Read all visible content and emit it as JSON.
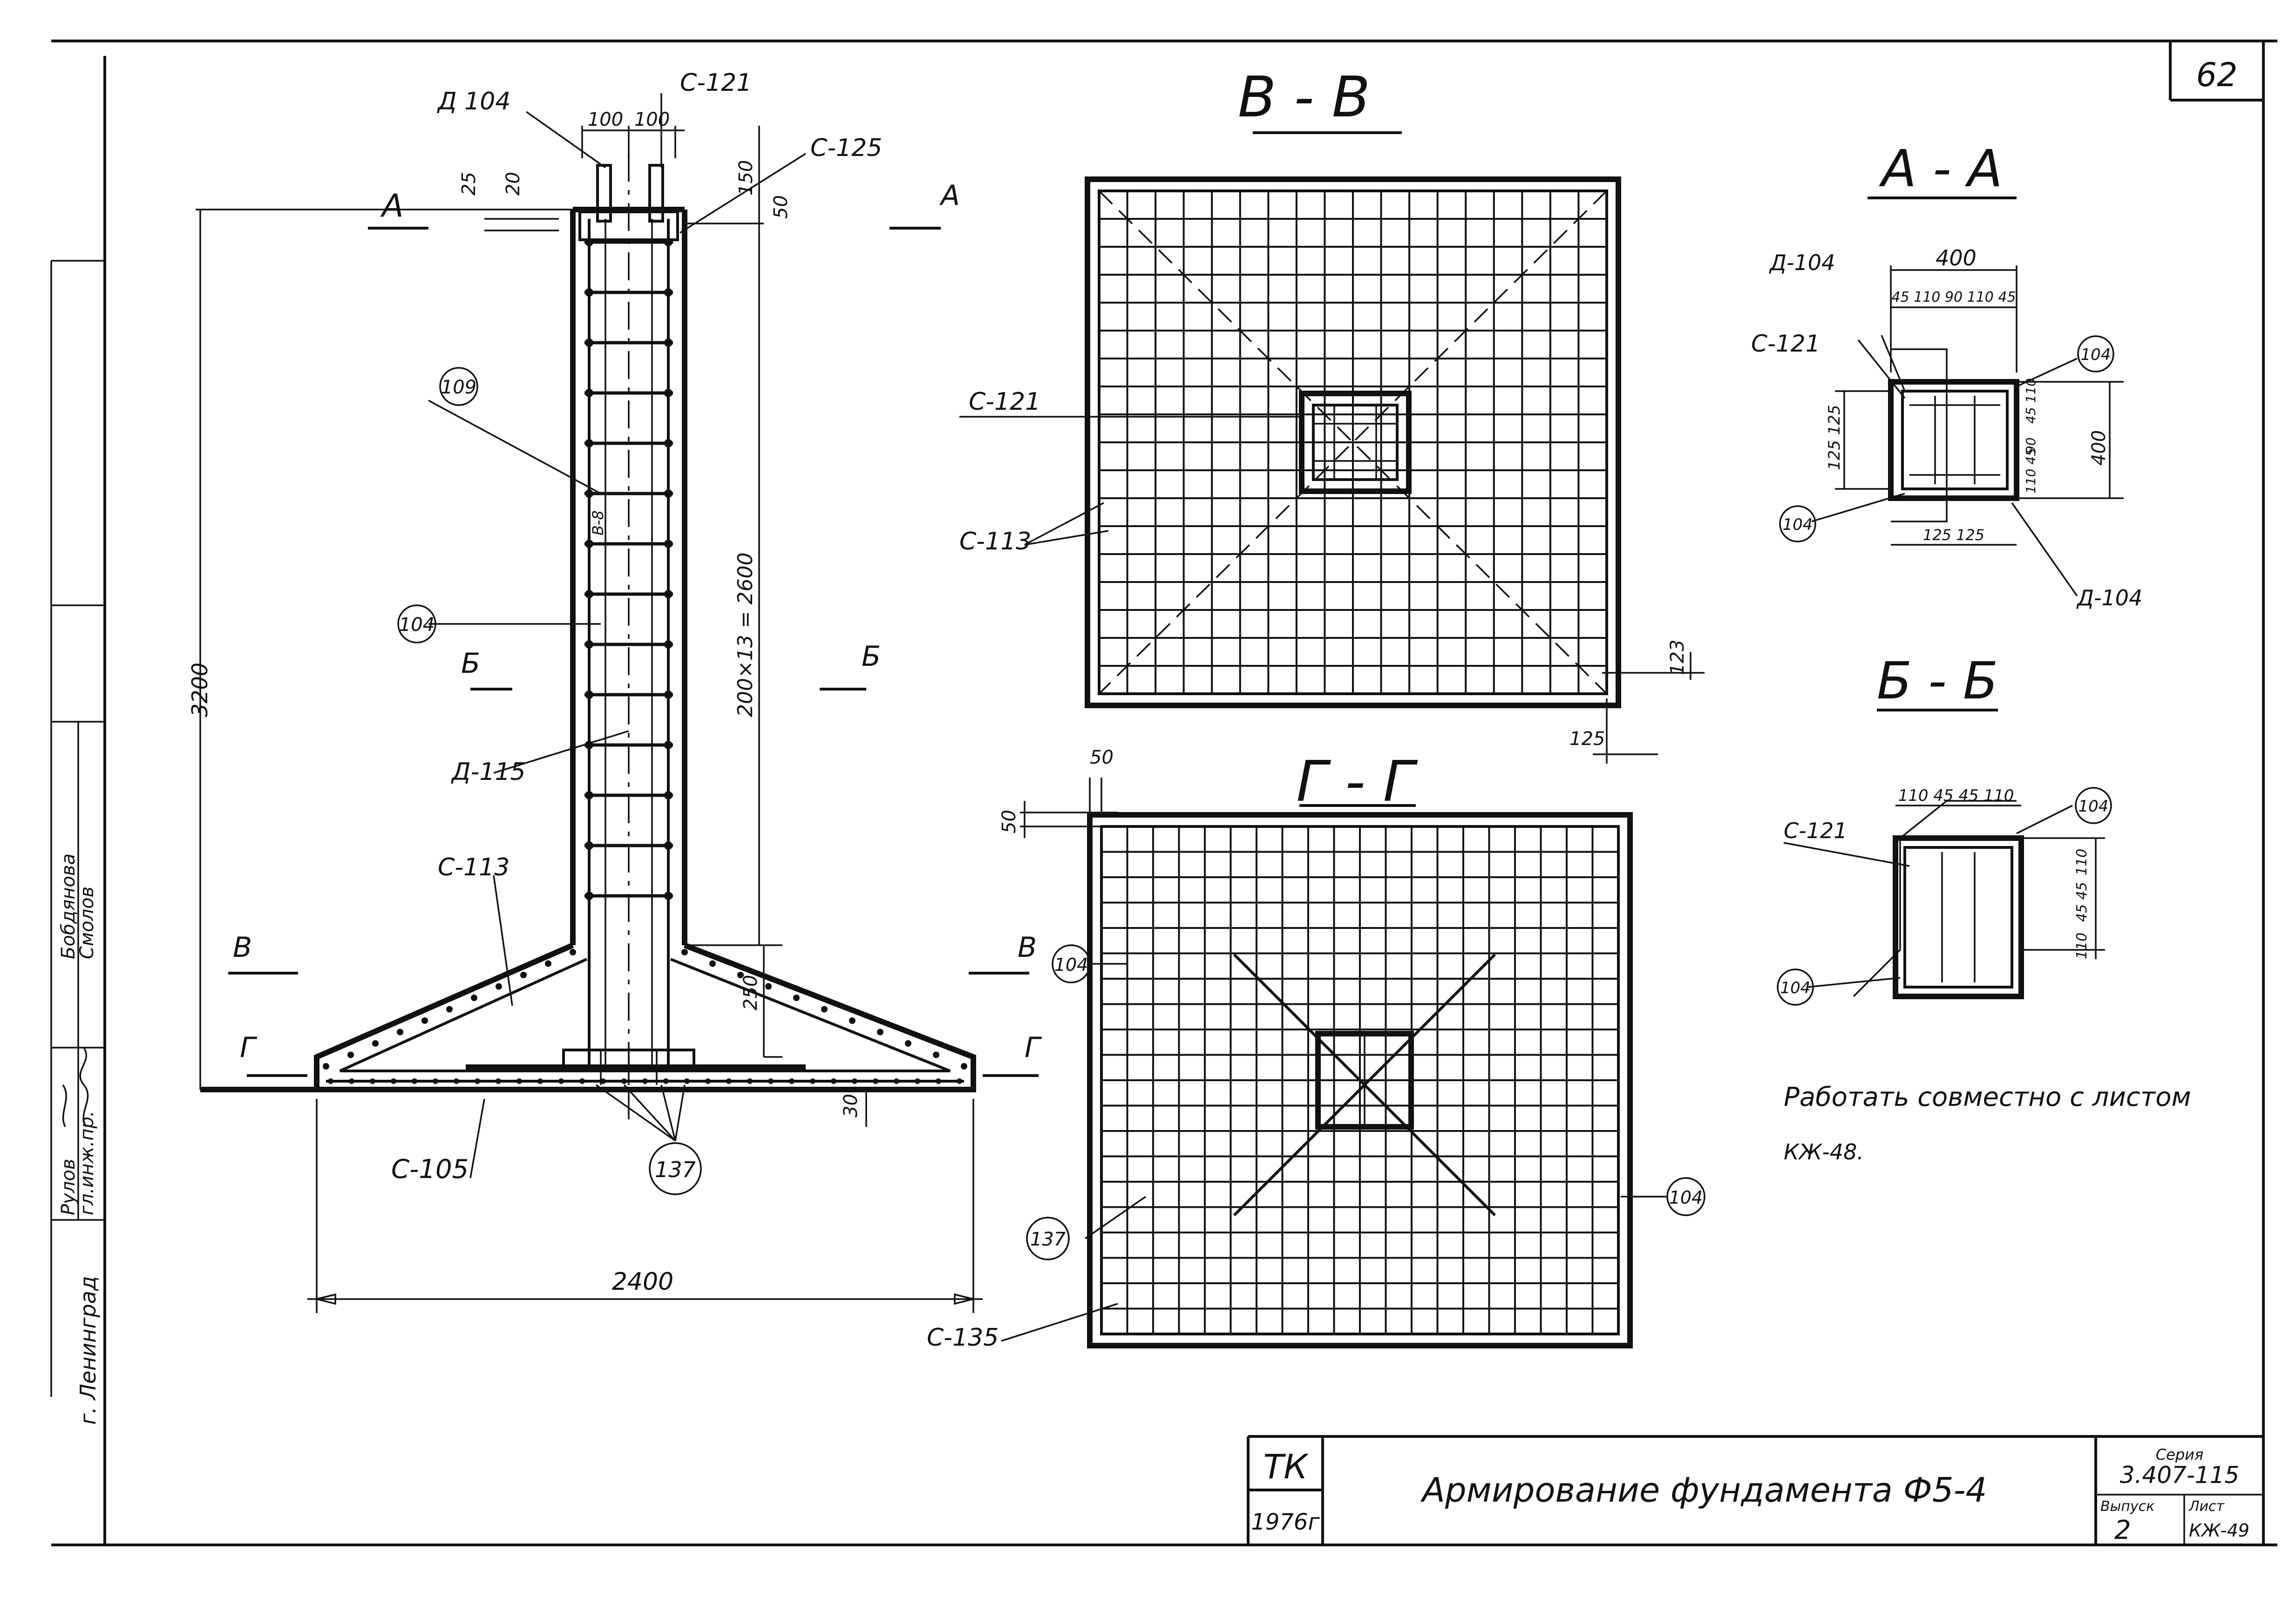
{
  "sheet_number": "62",
  "side_stamp": {
    "city": "г. Ленинград",
    "row1_a": "гл.инж.пр.",
    "row1_b": "Рулов",
    "row2_a": "Смолов",
    "row2_b": "Бобдянова"
  },
  "elevation": {
    "marks": [
      "Д 104",
      "С-121",
      "С-125",
      "С-113",
      "С-105",
      "Д-115"
    ],
    "bubbles": [
      "109",
      "104",
      "137"
    ],
    "cuts": [
      "А",
      "А",
      "Б",
      "Б",
      "В",
      "В",
      "Г",
      "Г"
    ],
    "dims": {
      "d100a": "100",
      "d100b": "100",
      "d25": "25",
      "d20": "20",
      "d150": "150",
      "d50": "50",
      "h3200": "3200",
      "hstep": "200×13 = 2600",
      "d250": "250",
      "d30": "30",
      "w2400": "2400"
    },
    "stirrup_label": "В-8"
  },
  "section_vv": {
    "title": "В - В",
    "marks": [
      "С-121",
      "С-113"
    ],
    "dims": {
      "d123": "123",
      "d125": "125"
    }
  },
  "section_gg": {
    "title": "Г - Г",
    "marks": [
      "С-135"
    ],
    "bubbles": [
      "104",
      "104",
      "137"
    ],
    "dims": {
      "d50a": "50",
      "d50b": "50"
    }
  },
  "section_aa": {
    "title": "А - А",
    "marks": [
      "Д-104",
      "С-121",
      "Д-104"
    ],
    "bubbles": [
      "104",
      "104"
    ],
    "dims": {
      "w400": "400",
      "top": "45 110 90 110 45",
      "h400": "400",
      "left": "125 125",
      "bottom": "125 125",
      "right1": "45 110",
      "right2": "90",
      "right3": "110 45"
    }
  },
  "section_bb": {
    "title": "Б - Б",
    "marks": [
      "С-121"
    ],
    "bubbles": [
      "104",
      "104"
    ],
    "dims": {
      "top": "110 45 45 110",
      "right1": "110",
      "right2": "45 45",
      "right3": "110"
    }
  },
  "note": {
    "line1": "Работать совместно с листом",
    "line2": "КЖ-48."
  },
  "title_block": {
    "org": "ТК",
    "year": "1976г",
    "title": "Армирование фундамента Ф5-4",
    "series_label": "Серия",
    "series": "3.407-115",
    "issue_label": "Выпуск",
    "issue": "2",
    "sheet_label": "Лист",
    "sheet": "КЖ-49"
  }
}
